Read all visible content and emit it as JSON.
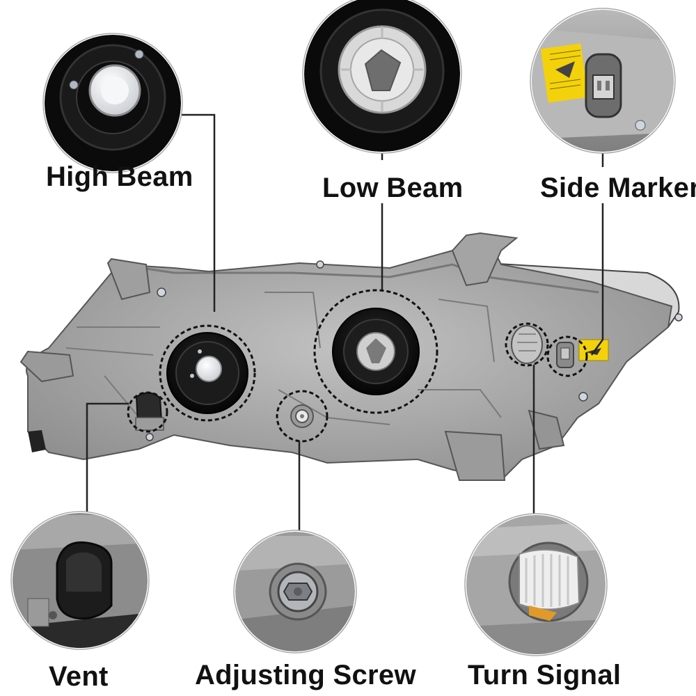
{
  "callouts": {
    "high_beam": "High Beam",
    "low_beam": "Low Beam",
    "side_marker": "Side Marker",
    "vent": "Vent",
    "adjusting_screw": "Adjusting Screw",
    "turn_signal": "Turn Signal"
  },
  "colors": {
    "housing": "#a9a9a9",
    "housing_dark": "#8c8c8c",
    "socket": "#141414",
    "warning_label": "#f3d20b",
    "leader_line": "#222222"
  }
}
